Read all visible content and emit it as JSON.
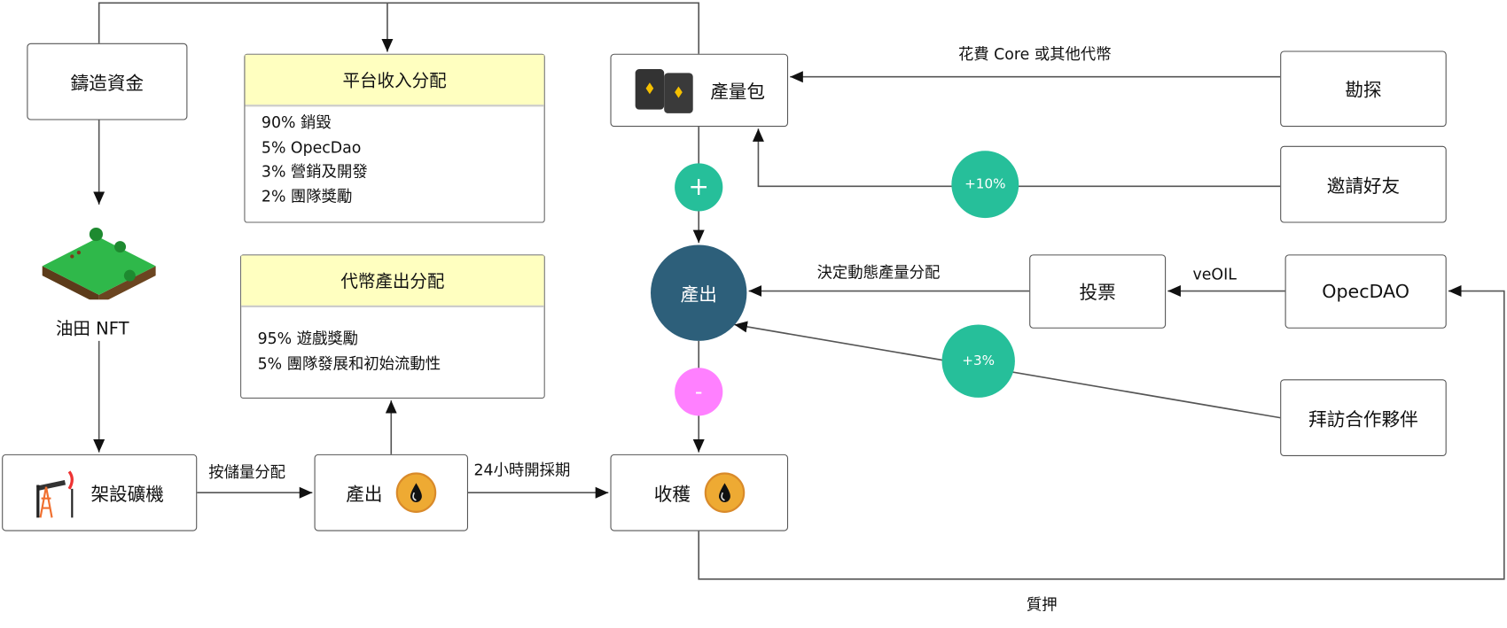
{
  "nodes": {
    "mint_funds": "鑄造資金",
    "oilfield_nft": "油田 NFT",
    "setup_rig": "架設礦機",
    "output_box": "產出",
    "harvest": "收穫",
    "yield_pack": "產量包",
    "explore": "勘探",
    "invite_friends": "邀請好友",
    "vote": "投票",
    "opecdao": "OpecDAO",
    "visit_partners": "拜訪合作夥伴",
    "output_circle": "產出"
  },
  "platform_revenue": {
    "title": "平台收入分配",
    "lines": [
      "90%  銷毀",
      "5% OpecDao",
      "3% 營銷及開發",
      "2% 團隊獎勵"
    ]
  },
  "token_output": {
    "title": "代幣產出分配",
    "lines": [
      "95% 遊戲獎勵",
      "5% 團隊發展和初始流動性"
    ]
  },
  "badges": {
    "plus": "+",
    "minus": "-",
    "invite_bonus": "+10%",
    "partner_bonus": "+3%"
  },
  "edge_labels": {
    "by_reserve": "按儲量分配",
    "mining_period": "24小時開採期",
    "spend": "花費 Core 或其他代幣",
    "dynamic_alloc": "決定動態產量分配",
    "veoil": "veOIL",
    "stake": "質押"
  },
  "colors": {
    "output_circle": "#2d5f7a",
    "plus": "#26bf9a",
    "minus": "#ff80ff",
    "header": "#ffffc0"
  }
}
